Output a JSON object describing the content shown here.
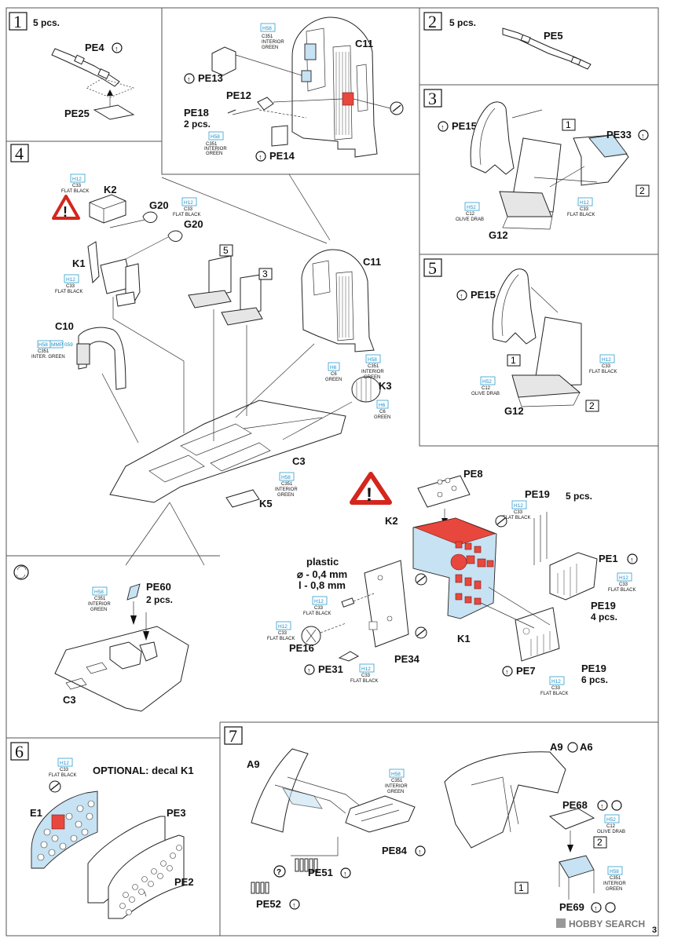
{
  "steps": [
    {
      "num": "1",
      "qty": "5 pcs.",
      "labels": [
        "PE4",
        "PE25"
      ]
    },
    {
      "num": "2",
      "qty": "5 pcs.",
      "labels": [
        "PE5"
      ]
    },
    {
      "num": "3",
      "labels": [
        "PE15",
        "PE33",
        "G12"
      ],
      "refs": [
        "1",
        "2"
      ]
    },
    {
      "num": "4",
      "labels": [
        "K2",
        "G20",
        "G20",
        "K1",
        "C10",
        "C11",
        "K3",
        "C3",
        "K5"
      ],
      "refs": [
        "5",
        "3"
      ]
    },
    {
      "num": "5",
      "labels": [
        "PE15",
        "G12"
      ],
      "refs": [
        "1",
        "2"
      ]
    },
    {
      "num": "6",
      "title": "OPTIONAL: decal K1",
      "labels": [
        "E1",
        "PE3",
        "PE2"
      ]
    },
    {
      "num": "7",
      "labels": [
        "A9",
        "PE84",
        "PE51",
        "PE52",
        "A9",
        "A6",
        "PE68",
        "PE69"
      ],
      "refs": [
        "2",
        "1"
      ]
    }
  ],
  "top_inset": {
    "labels": [
      "C11",
      "PE13",
      "PE12",
      "PE18",
      "PE14"
    ],
    "qty_pe18": "2 pcs."
  },
  "sub_c3": {
    "labels": [
      "PE60",
      "C3"
    ],
    "qty": "2 pcs."
  },
  "k2_detail": {
    "labels": [
      "PE8",
      "PE19",
      "K2",
      "PE1",
      "PE19",
      "PE16",
      "PE31",
      "PE34",
      "K1",
      "PE7",
      "PE19"
    ],
    "qty_a": "5 pcs.",
    "qty_b": "4 pcs.",
    "qty_c": "6 pcs.",
    "plastic_title": "plastic",
    "plastic_d": "⌀ - 0,4 mm",
    "plastic_l": "l - 0,8 mm"
  },
  "paints": {
    "interior_green": {
      "code1": "H58",
      "code2": "C351",
      "name1": "INTERIOR",
      "name2": "GREEN"
    },
    "flat_black": {
      "code1": "H12",
      "code2": "C33",
      "name1": "FLAT BLACK"
    },
    "olive_drab": {
      "code1": "H52",
      "code2": "C12",
      "name1": "OLIVE DRAB"
    },
    "green": {
      "code1": "H6",
      "code2": "C6",
      "name1": "GREEN"
    },
    "inter_green": {
      "code1": "H58",
      "code2": "C351",
      "code3": "MMP 059",
      "name1": "INTER. GREEN"
    }
  },
  "watermark": "HOBBY SEARCH",
  "page_number": "3",
  "colors": {
    "paint_code": "#1d8fc7",
    "highlight_blue": "#c6e2f3",
    "highlight_red": "#e8473d"
  }
}
